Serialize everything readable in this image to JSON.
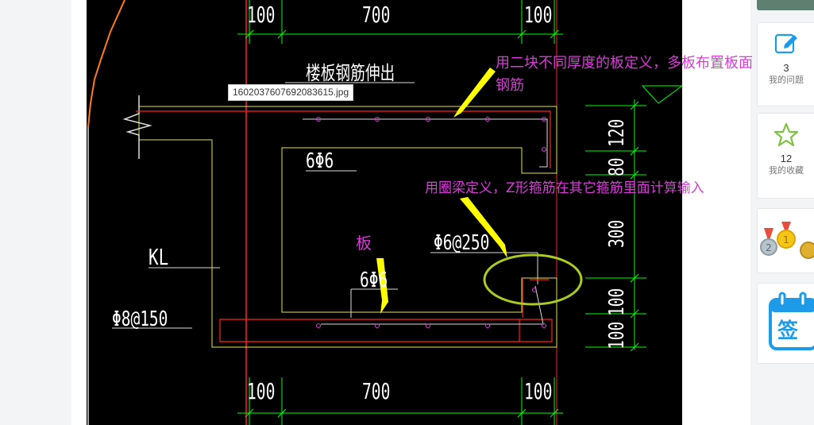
{
  "image": {
    "tooltip_filename": "1602037607692083615.jpg"
  },
  "drawing": {
    "dims_top": [
      "100",
      "700",
      "100"
    ],
    "dims_bottom": [
      "100",
      "700",
      "100"
    ],
    "dims_right": [
      "120",
      "80",
      "300",
      "100",
      "100"
    ],
    "title": "楼板钢筋伸出",
    "label_top_rebar": "6Φ6",
    "label_stirrup": "Φ6@250",
    "label_bottom_rebar": "6Φ6",
    "label_beam": "KL",
    "label_beam_stirrup": "Φ8@150"
  },
  "annotations": {
    "note_top_line1": "用二块不同厚度的板定义，多板布置板面",
    "note_top_line2": "钢筋",
    "note_middle": "用圈梁定义，Z形箍筋在其它箍筋里面计算输入",
    "note_slab": "板"
  },
  "sidebar": {
    "questions_count": "3",
    "questions_label": "我的问题",
    "favorites_count": "12",
    "favorites_label": "我的收藏",
    "signin_glyph": "签"
  },
  "colors": {
    "annotation": "#d93cd8",
    "arrow": "#ffff00",
    "highlight_ellipse": "#aacc22",
    "cad_green": "#00ff00",
    "cad_red": "#ff2222",
    "cad_yellow": "#e6e64a",
    "cad_white": "#ffffff",
    "signin_blue": "#1e9be8"
  },
  "icons": {
    "questions": "edit-icon",
    "favorites": "star-icon",
    "medals": "medal-icon",
    "signin": "calendar-icon"
  }
}
